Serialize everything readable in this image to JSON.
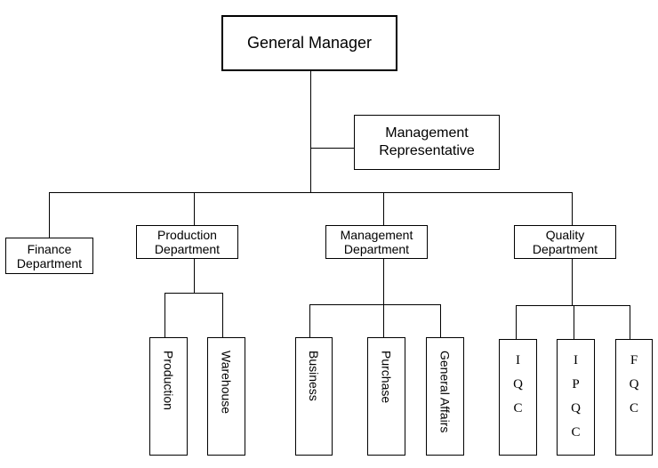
{
  "general_manager": "General Manager",
  "management_representative": "Management\nRepresentative",
  "departments": {
    "finance": "Finance\nDepartment",
    "production": "Production\nDepartment",
    "management": "Management\nDepartment",
    "quality": "Quality\nDepartment"
  },
  "production_units": [
    "Production",
    "Warehouse"
  ],
  "management_units": [
    "Business",
    "Purchase",
    "General Affairs"
  ],
  "quality_units": [
    {
      "label": "IQC",
      "letters": [
        "I",
        "Q",
        "C"
      ]
    },
    {
      "label": "IPQC",
      "letters": [
        "I",
        "P",
        "Q",
        "C"
      ]
    },
    {
      "label": "FQC",
      "letters": [
        "F",
        "Q",
        "C"
      ]
    }
  ]
}
